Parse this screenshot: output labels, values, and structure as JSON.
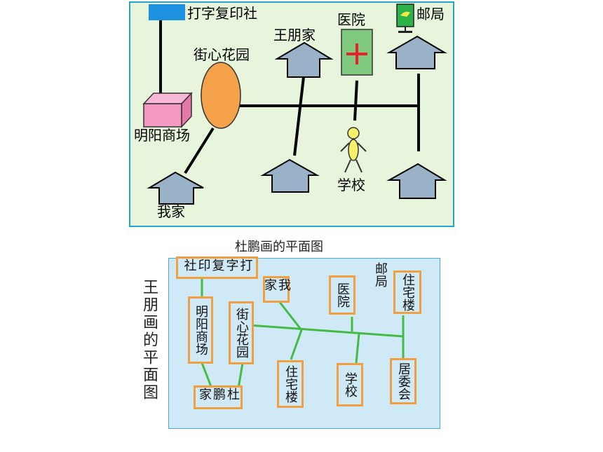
{
  "map1": {
    "caption": "杜鹏画的平面图",
    "labels": {
      "print_shop": "打字复印社",
      "garden": "街心花园",
      "wang_home": "王朋家",
      "hospital": "医院",
      "post_office": "邮局",
      "mall": "明阳商场",
      "school": "学校",
      "my_home": "我家"
    }
  },
  "map2": {
    "caption": "王朋画的平面图",
    "cards": {
      "print_shop": "打字复印社",
      "my_home": "我家",
      "hospital": "医院",
      "post_office": "邮局",
      "residential_1": "住宅楼",
      "mall": "明阳商场",
      "garden": "街心花园",
      "residential_2": "住宅楼",
      "school": "学校",
      "committee": "居委会",
      "du_home": "杜鹏家"
    }
  },
  "colors": {
    "map1_bg": "#e6f5dc",
    "map1_border": "#2aa5c8",
    "map2_bg": "#cfe9f7",
    "road_green": "#44bb44",
    "card_border": "#f0a040",
    "house": "#9ab2c8",
    "garden": "#f5a24a",
    "mall": "#f49ac2",
    "hospital_green": "#7fc97f",
    "cross_red": "#e8202a",
    "print_blue": "#1e90e0",
    "school_figure": "#f7f06a"
  }
}
